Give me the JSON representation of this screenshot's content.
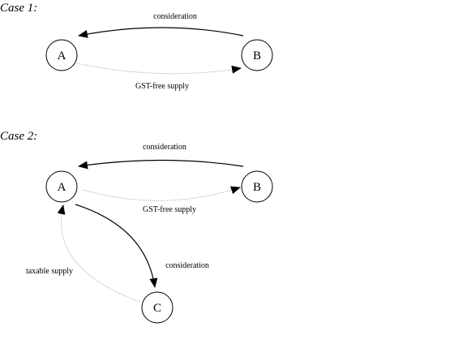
{
  "case1": {
    "title": "Case 1:",
    "nodes": {
      "a": "A",
      "b": "B"
    },
    "edges": {
      "consideration": "consideration",
      "supply": "GST-free supply"
    }
  },
  "case2": {
    "title": "Case 2:",
    "nodes": {
      "a": "A",
      "b": "B",
      "c": "C"
    },
    "edges": {
      "consideration_b_to_a": "consideration",
      "supply_a_to_b": "GST-free supply",
      "consideration_a_to_c": "consideration",
      "supply_c_to_a": "taxable supply"
    }
  },
  "colors": {
    "line": "#000000",
    "dotted": "#9a9a9a",
    "background": "#ffffff"
  }
}
